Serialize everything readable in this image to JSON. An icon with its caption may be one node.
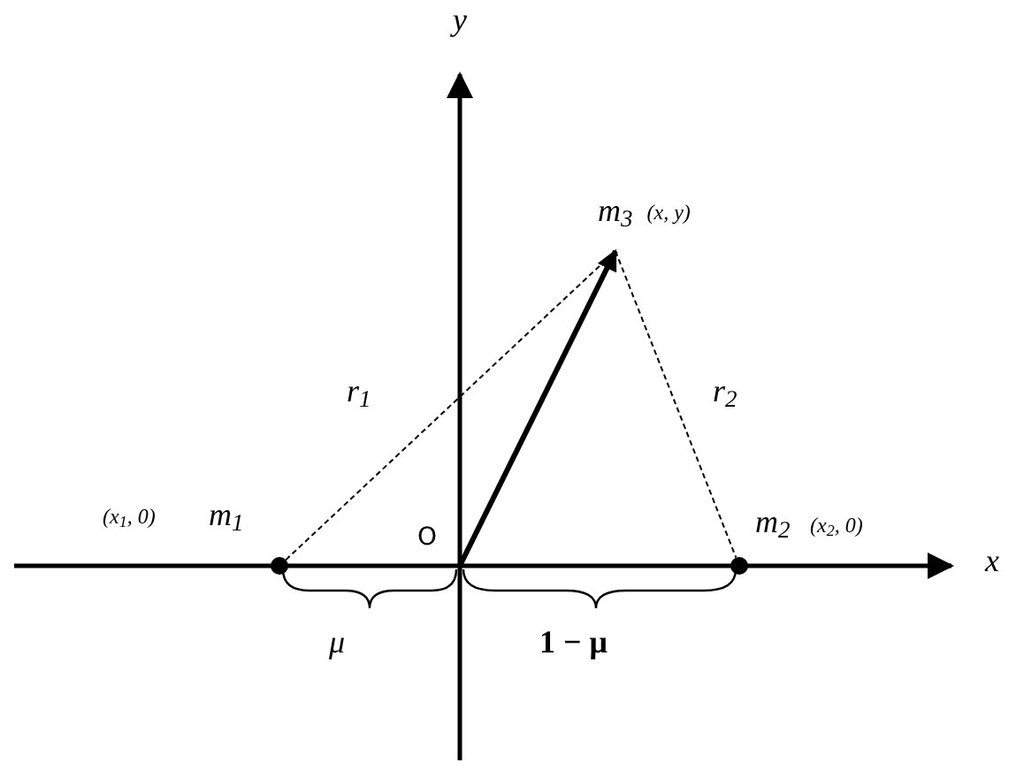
{
  "diagram": {
    "nodes": [
      {
        "text": [],
        "shape": "circle",
        "beside": [
          "m$_{1}$",
          "(x$_{1}$, 0)"
        ]
      },
      {
        "text": [
          "m$_{3}$",
          "(x, y)"
        ]
      },
      {
        "text": [],
        "shape": "circle",
        "beside": [
          "m$_{2}$",
          "(x$_{2}$, 0)"
        ]
      },
      {
        "text": [
          "O"
        ]
      }
    ],
    "edges": [
      {
        "from": 0,
        "to": 1,
        "arrow": "none",
        "style": "dashed",
        "label": "r$_{1}$"
      },
      {
        "from": 1,
        "to": 2,
        "arrow": "none",
        "style": "dashed",
        "label": "r$_{2}$"
      },
      {
        "from": 3,
        "to": 1,
        "arrow": "to",
        "style": "thick"
      }
    ],
    "labels": [
      "y",
      "x",
      "μ",
      "1 − μ"
    ]
  }
}
